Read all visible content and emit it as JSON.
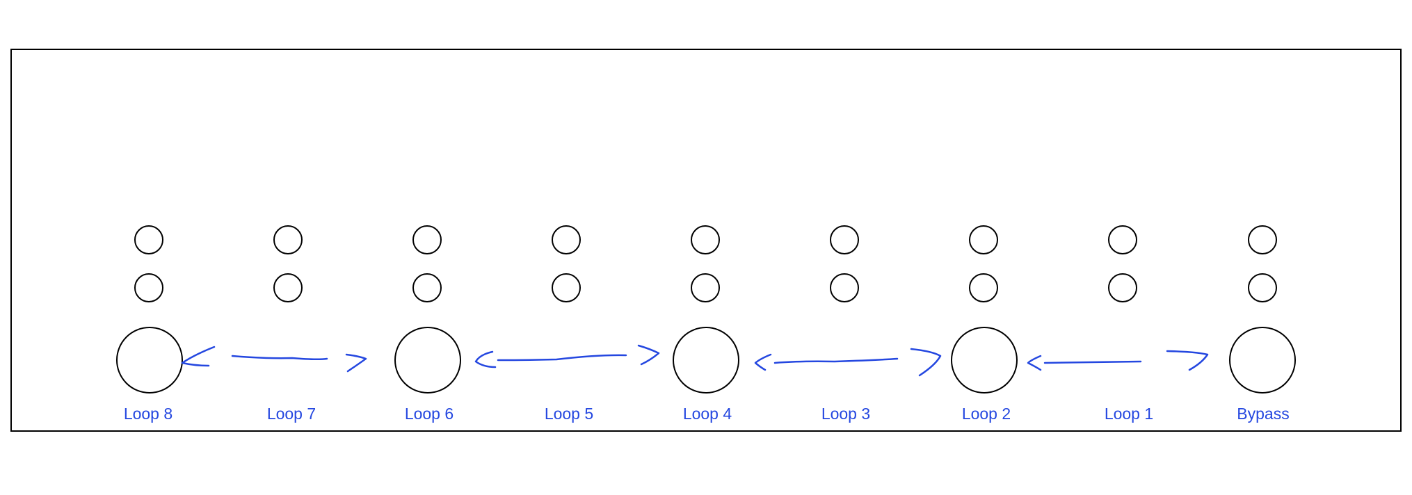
{
  "panel": {
    "labels": [
      "Loop 8",
      "Loop 7",
      "Loop 6",
      "Loop 5",
      "Loop 4",
      "Loop 3",
      "Loop 2",
      "Loop 1",
      "Bypass"
    ],
    "footswitch_count": 5,
    "led_rows": 2,
    "colors": {
      "outline": "#000000",
      "annotation": "#2447e0"
    }
  }
}
